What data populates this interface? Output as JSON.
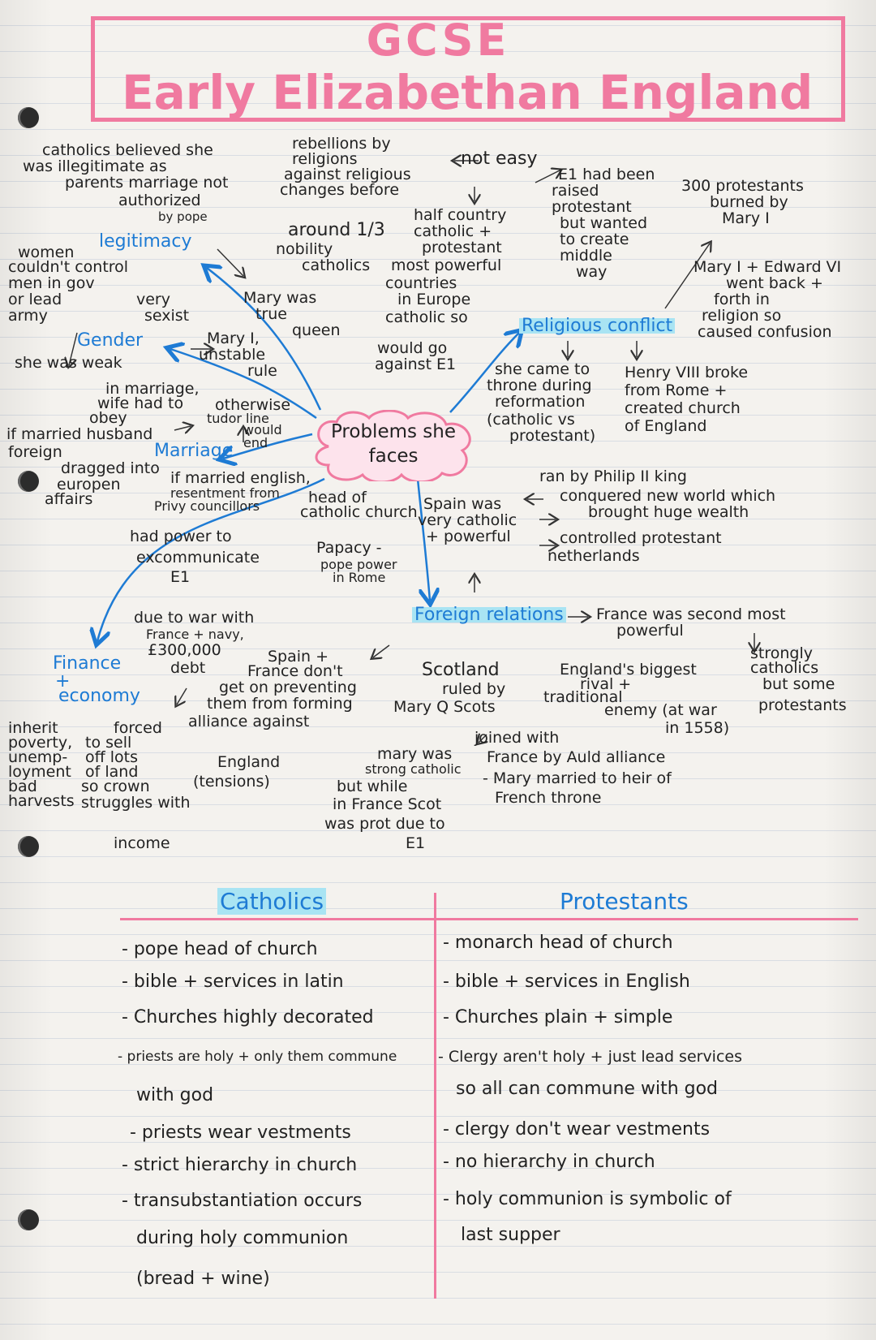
{
  "title": {
    "line1": "GCSE",
    "line2": "Early Elizabethan England"
  },
  "centre": {
    "line1": "Problems she",
    "line2": "faces"
  },
  "mindmap": {
    "catholics_belief": [
      "catholics believed she",
      "was illegitimate as",
      "parents marriage not",
      "authorized",
      "by pope"
    ],
    "legitimacy": "legitimacy",
    "rebellions": [
      "rebellions by",
      "religions",
      "against religious",
      "changes before"
    ],
    "not_easy": "not easy",
    "half_country": [
      "half country",
      "catholic +",
      "protestant"
    ],
    "around": [
      "around 1/3",
      "nobility",
      "catholics"
    ],
    "most_powerful": [
      "most powerful",
      "countries",
      "in Europe",
      "catholic so",
      "would go",
      "against E1"
    ],
    "e1_raised": [
      "E1 had been",
      "raised",
      "protestant",
      "but wanted",
      "to create",
      "middle",
      "way"
    ],
    "burned": [
      "300 protestants",
      "burned by",
      "Mary I"
    ],
    "mary_edward": [
      "Mary I + Edward VI",
      "went back +",
      "forth in",
      "religion so",
      "caused confusion"
    ],
    "religious_conflict": "Religious conflict",
    "throne": [
      "she came to",
      "throne during",
      "reformation",
      "(catholic vs",
      "protestant)"
    ],
    "henry": [
      "Henry VIII broke",
      "from Rome +",
      "created church",
      "of England"
    ],
    "women": [
      "women",
      "couldn't control",
      "men in gov",
      "or lead",
      "army"
    ],
    "very_sexist": [
      "very",
      "sexist"
    ],
    "gender": "Gender",
    "weak": "she was weak",
    "mary_unstable": [
      "Mary I,",
      "unstable",
      "rule"
    ],
    "mary_true": [
      "Mary was",
      "true",
      "queen"
    ],
    "marriage_wife": [
      "in marriage,",
      "wife had to",
      "obey"
    ],
    "otherwise": [
      "otherwise",
      "tudor line",
      "would",
      "end"
    ],
    "if_married": "if married husband",
    "foreign": "foreign",
    "marriage": "Marriage",
    "dragged": [
      "dragged into",
      "europen",
      "affairs"
    ],
    "resent": [
      "if married english,",
      "resentment from",
      "Privy councillors"
    ],
    "head_cath": [
      "head of",
      "catholic church"
    ],
    "excommunicate": [
      "had power to",
      "excommunicate",
      "E1"
    ],
    "papacy": [
      "Papacy -",
      "pope power",
      "in Rome"
    ],
    "spain": [
      "Spain was",
      "very catholic",
      "+ powerful"
    ],
    "philip": "ran by Philip II king",
    "newworld": [
      "conquered new world which",
      "brought huge wealth"
    ],
    "netherlands": [
      "controlled protestant",
      "netherlands"
    ],
    "foreign_relations": "Foreign relations",
    "france_second": [
      "France was second most",
      "powerful"
    ],
    "strongly": [
      "strongly",
      "catholics",
      "but some",
      "protestants"
    ],
    "finance": [
      "Finance",
      "+",
      "economy"
    ],
    "debt": [
      "due to war with",
      "France + navy,",
      "£300,000",
      "debt"
    ],
    "inherit": [
      "inherit",
      "poverty,",
      "unemp-",
      "loyment",
      "bad",
      "harvests"
    ],
    "forced": [
      "forced",
      "to sell",
      "off lots",
      "of land",
      "so crown",
      "struggles with",
      "income"
    ],
    "spain_france": [
      "Spain +",
      "France don't",
      "get on preventing",
      "them from forming",
      "alliance against",
      "England",
      "(tensions)"
    ],
    "scotland": [
      "Scotland",
      "ruled by",
      "Mary Q Scots"
    ],
    "england_rival": [
      "England's biggest",
      "rival +",
      "traditional",
      "enemy (at war",
      "in 1558)"
    ],
    "mary_was": [
      "mary was",
      "strong catholic",
      "but while",
      "in France Scot",
      "was prot due to",
      "E1"
    ],
    "joined": [
      "joined with",
      "France by Auld alliance"
    ],
    "mary_married": [
      "- Mary married to heir of",
      "French throne"
    ]
  },
  "table": {
    "headers": [
      "Catholics",
      "Protestants"
    ],
    "rows": [
      [
        "- pope head of church",
        "- monarch head of church"
      ],
      [
        "- bible + services in latin",
        "- bible + services in English"
      ],
      [
        "- Churches highly decorated",
        "- Churches plain + simple"
      ],
      [
        "- priests are holy + only them commune",
        "- Clergy aren't holy + just lead services"
      ],
      [
        "with god",
        "so all can commune with god"
      ],
      [
        "- priests wear vestments",
        "- clergy don't wear vestments"
      ],
      [
        "- strict hierarchy in church",
        "- no hierarchy in church"
      ],
      [
        "- transubstantiation occurs",
        "- holy communion is symbolic of"
      ],
      [
        "during holy communion",
        "last supper"
      ],
      [
        "(bread + wine)",
        ""
      ]
    ]
  }
}
